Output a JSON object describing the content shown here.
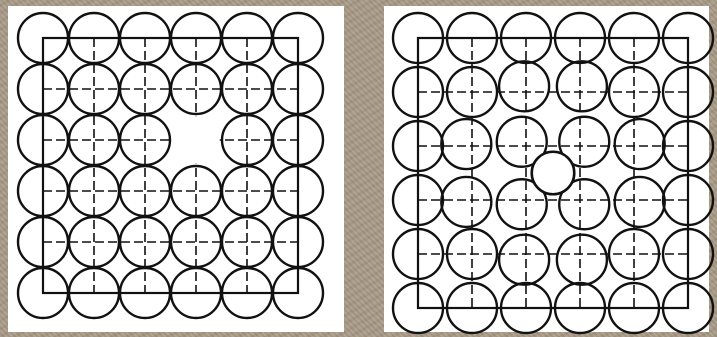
{
  "colors": {
    "stroke": "#111111",
    "paper": "#ffffff",
    "background": "#a89a86"
  },
  "panels": [
    {
      "name": "vacancy-defect",
      "grid": 6,
      "defect": "vacancy"
    },
    {
      "name": "interstitial-defect",
      "grid": 6,
      "defect": "interstitial"
    }
  ]
}
